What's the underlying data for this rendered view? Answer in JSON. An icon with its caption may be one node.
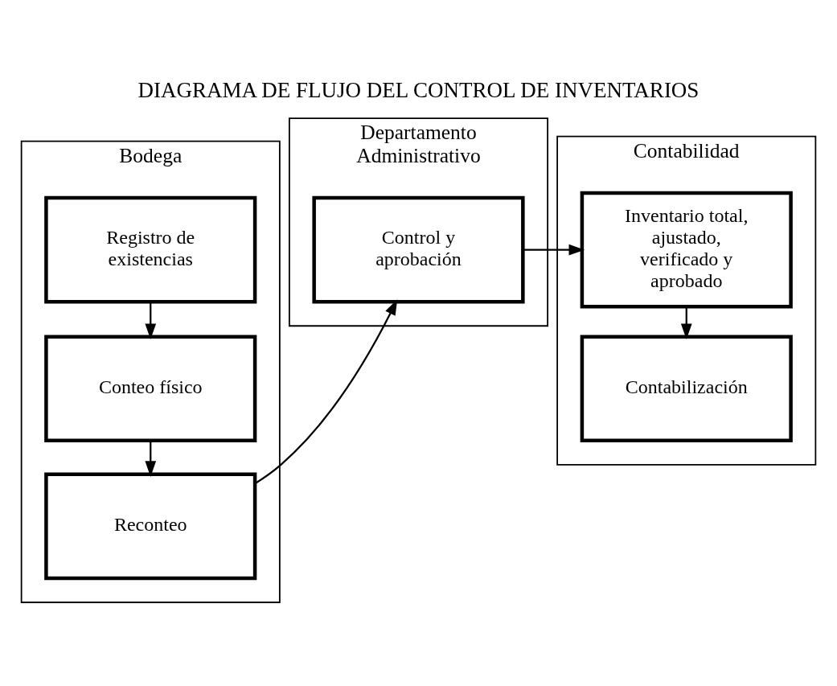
{
  "diagram": {
    "title": "DIAGRAMA DE FLUJO DEL CONTROL DE INVENTARIOS",
    "nodes": [
      {
        "text": [
          "Bodega"
        ]
      },
      {
        "text": [
          "Registro de existencias"
        ],
        "in": 0
      },
      {
        "text": [
          "Conteo físico"
        ],
        "in": 0
      },
      {
        "text": [
          "Reconteo"
        ],
        "in": 0
      },
      {
        "text": [
          "Departamento Administrativo"
        ]
      },
      {
        "text": [
          "Control y aprobación"
        ],
        "in": 4
      },
      {
        "text": [
          "Contabilidad"
        ]
      },
      {
        "text": [
          "Inventario total, ajustado, verificado y aprobado"
        ],
        "in": 6
      },
      {
        "text": [
          "Contabilización"
        ],
        "in": 6
      }
    ],
    "edges": [
      {
        "from": 1,
        "to": 2,
        "arrow": "to"
      },
      {
        "from": 2,
        "to": 3,
        "arrow": "to"
      },
      {
        "from": 3,
        "to": 5,
        "arrow": "to"
      },
      {
        "from": 5,
        "to": 7,
        "arrow": "to"
      },
      {
        "from": 7,
        "to": 8,
        "arrow": "to"
      }
    ]
  }
}
